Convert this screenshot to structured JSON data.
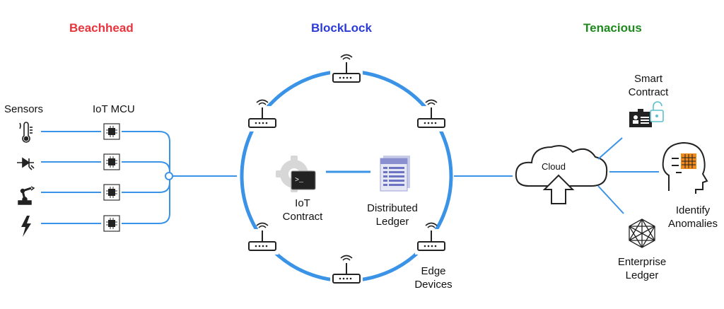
{
  "titles": {
    "beachhead": "Beachhead",
    "blocklock": "BlockLock",
    "tenacious": "Tenacious"
  },
  "colors": {
    "beachhead": "#e8343c",
    "blocklock": "#2b3bd6",
    "tenacious": "#1e8a1e",
    "link_blue": "#3a93e6",
    "icon_orange": "#f08a1c",
    "icon_teal": "#5bbfd0"
  },
  "left": {
    "sensors_label": "Sensors",
    "mcu_label": "IoT MCU",
    "sensor_icons": [
      "thermometer-icon",
      "photodiode-icon",
      "robot-arm-icon",
      "lightning-icon"
    ]
  },
  "center": {
    "iot_contract_line1": "IoT",
    "iot_contract_line2": "Contract",
    "ledger_line1": "Distributed",
    "ledger_line2": "Ledger",
    "edge_line1": "Edge",
    "edge_line2": "Devices"
  },
  "right": {
    "cloud_label": "Cloud",
    "smart_contract_line1": "Smart",
    "smart_contract_line2": "Contract",
    "identify_line1": "Identify",
    "identify_line2": "Anomalies",
    "enterprise_line1": "Enterprise",
    "enterprise_line2": "Ledger"
  }
}
